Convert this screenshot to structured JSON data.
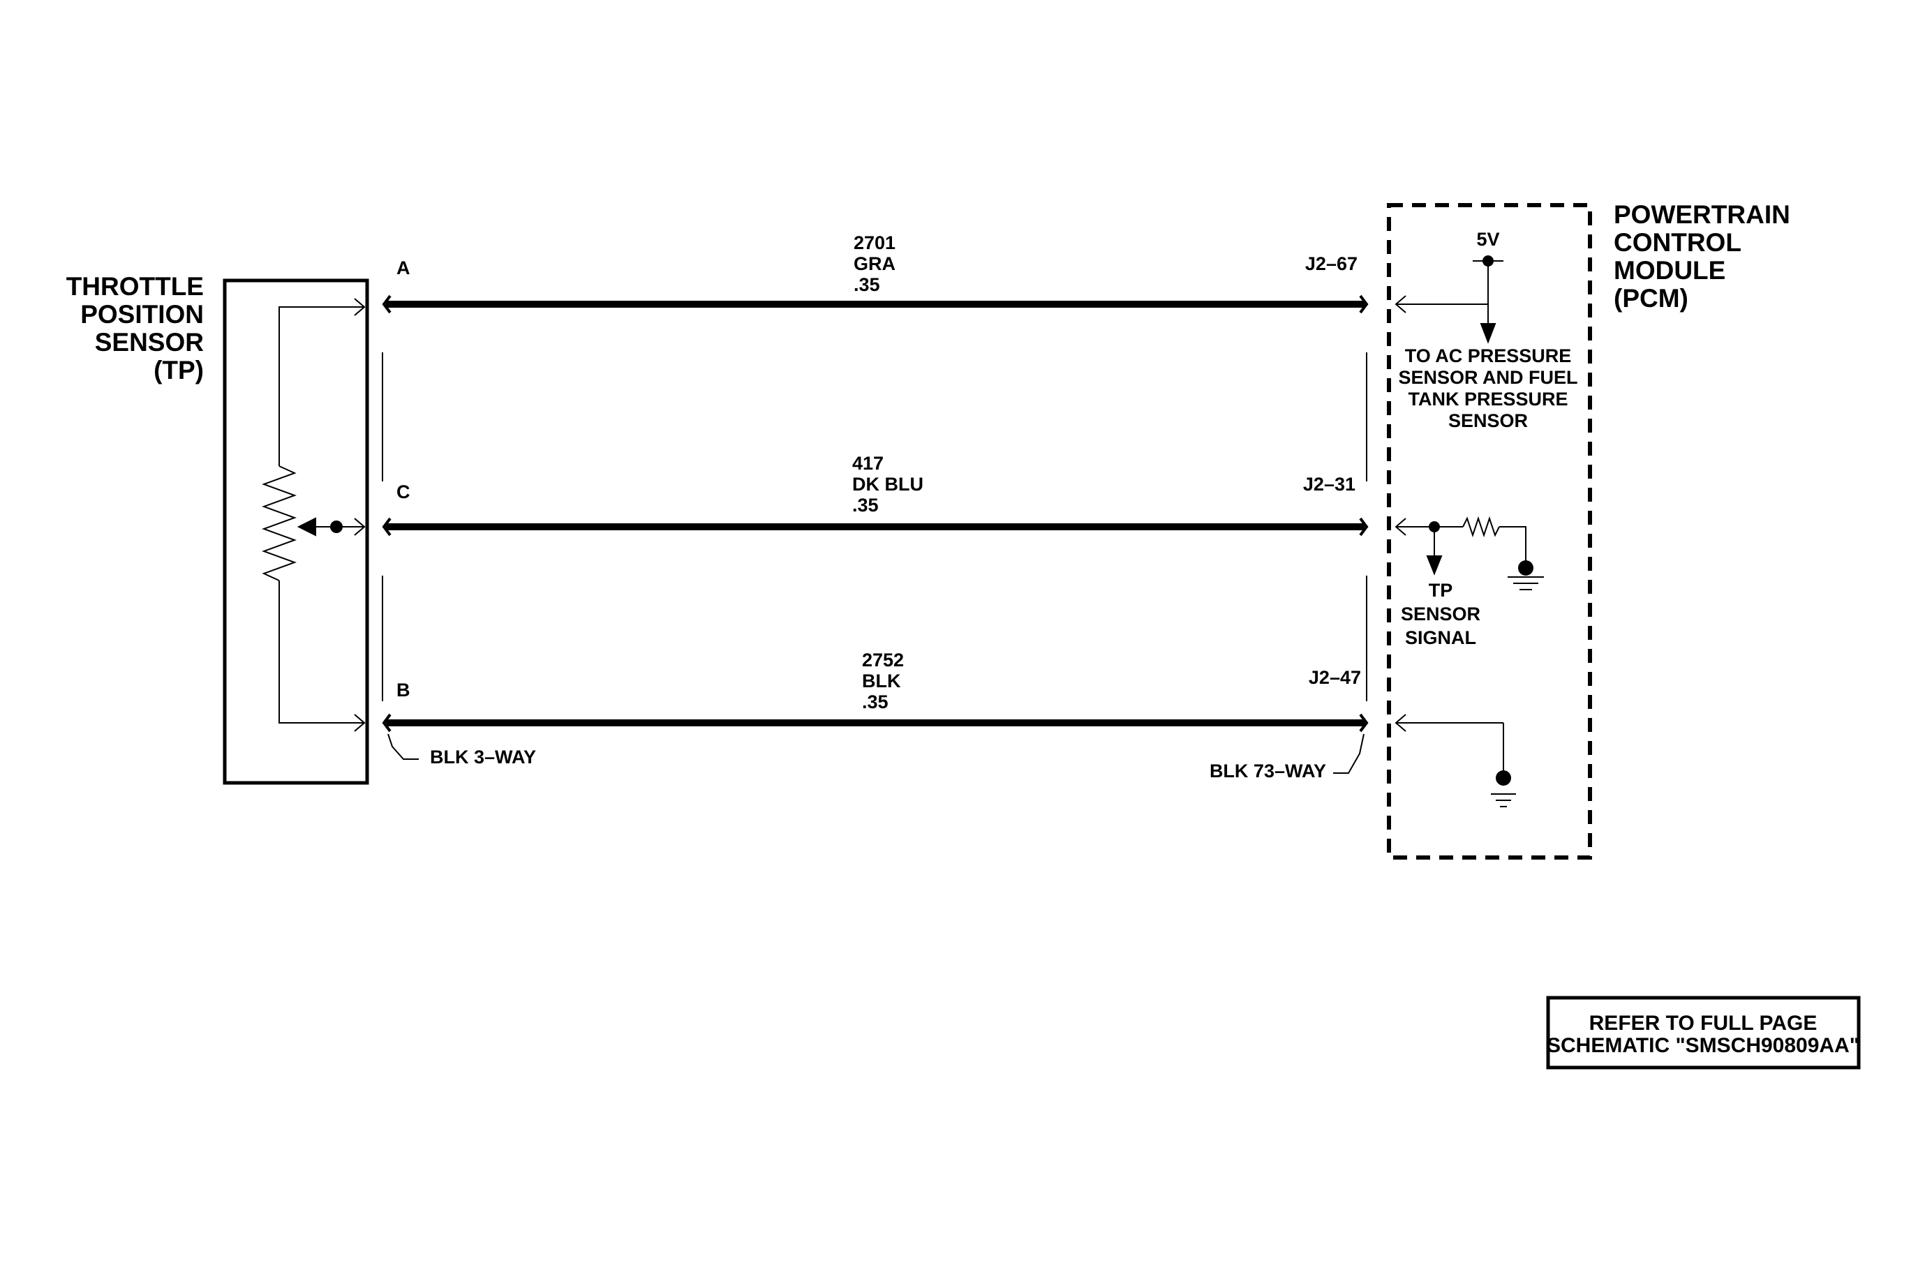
{
  "sensor": {
    "title_lines": [
      "THROTTLE",
      "POSITION",
      "SENSOR",
      "(TP)"
    ],
    "connector": "BLK 3–WAY"
  },
  "pcm": {
    "title_lines": [
      "POWERTRAIN",
      "CONTROL",
      "MODULE",
      "(PCM)"
    ],
    "connector": "BLK 73–WAY",
    "supply_label": "5V",
    "to_sensors_lines": [
      "TO AC PRESSURE",
      "SENSOR AND FUEL",
      "TANK PRESSURE",
      "SENSOR"
    ],
    "signal_lines": [
      "TP",
      "SENSOR",
      "SIGNAL"
    ]
  },
  "wires": [
    {
      "pin": "A",
      "circuit": "2701",
      "color": "GRA",
      "gauge": ".35",
      "pcm_pin": "J2–67"
    },
    {
      "pin": "C",
      "circuit": "417",
      "color": "DK BLU",
      "gauge": ".35",
      "pcm_pin": "J2–31"
    },
    {
      "pin": "B",
      "circuit": "2752",
      "color": "BLK",
      "gauge": ".35",
      "pcm_pin": "J2–47"
    }
  ],
  "reference": {
    "lines": [
      "REFER TO FULL PAGE",
      "SCHEMATIC \"SMSCH90809AA\""
    ]
  },
  "colors": {
    "ink": "#000000",
    "background": "#ffffff"
  }
}
